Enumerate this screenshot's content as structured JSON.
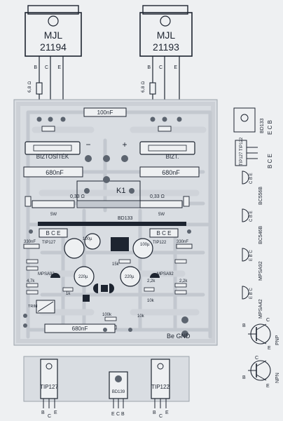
{
  "colors": {
    "paper": "#eef0f2",
    "board": "#d9dde2",
    "trace": "#c3c8cf",
    "ink": "#1d2430",
    "pad": "#5c646f"
  },
  "top_transistors": {
    "left": {
      "line1": "MJL",
      "line2": "21194",
      "pins": [
        "B",
        "C",
        "E"
      ],
      "resistor": "6,8 Ω"
    },
    "right": {
      "line1": "MJL",
      "line2": "21193",
      "pins": [
        "B",
        "C",
        "E"
      ],
      "resistor": "6,8 Ω"
    }
  },
  "board": {
    "cap_top": "100nF",
    "fuse_left": "BIZTOSÍTÉK",
    "fuse_right": "BIZT.",
    "cap_680_left": "680nF",
    "cap_680_right": "680nF",
    "minus": "−",
    "plus": "+",
    "k1": "K1",
    "r033_left": "0,33 Ω",
    "r033_right": "0,33 Ω",
    "r5w_left": "5W",
    "r5w_right": "5W",
    "bd_label": "BD133",
    "strip_left": "B C E",
    "strip_right": "B C E",
    "tip_left": "TIP127",
    "tip_right": "TIP122",
    "c330_left": "330nF",
    "c330_right": "330nF",
    "cap_100u_left": "100µ",
    "cap_100u_right": "100µ",
    "mpsa_left": "MPSA92",
    "mpsa_right": "MPSA92",
    "r22k_a": "2,2k",
    "r22k_b": "2,2k",
    "r47k": "4,7k",
    "r1k": "1k",
    "cap_220u_left": "220µ",
    "cap_220u_right": "220µ",
    "r10k_a": "10k",
    "r10k_b": "10k",
    "r15k": "15k",
    "r100k": "100k",
    "trim": "TRIM",
    "cap_680_bottom": "680nF",
    "gnd_label": "Be  GND"
  },
  "pinouts": [
    {
      "name": "BD133",
      "pins": "E C B"
    },
    {
      "name": "TIP127 TIP122",
      "pins": "B C E"
    },
    {
      "name": "BC556B",
      "pins": "C B E"
    },
    {
      "name": "BC546B",
      "pins": "C B E"
    },
    {
      "name": "MPSA92",
      "pins": "E B C"
    },
    {
      "name": "MPSA42",
      "pins": "E B C"
    }
  ],
  "bjt_symbols": {
    "pnp": "PNP",
    "npn": "NPN",
    "pnp_pins": [
      "B",
      "C",
      "E"
    ],
    "npn_pins": [
      "B",
      "C",
      "E"
    ]
  },
  "bottom_parts": [
    {
      "name": "TIP127",
      "pins": [
        "B",
        "C",
        "E"
      ]
    },
    {
      "name": "BD139",
      "pins": [
        "E",
        "C",
        "B"
      ]
    },
    {
      "name": "TIP122",
      "pins": [
        "B",
        "C",
        "E"
      ]
    }
  ]
}
